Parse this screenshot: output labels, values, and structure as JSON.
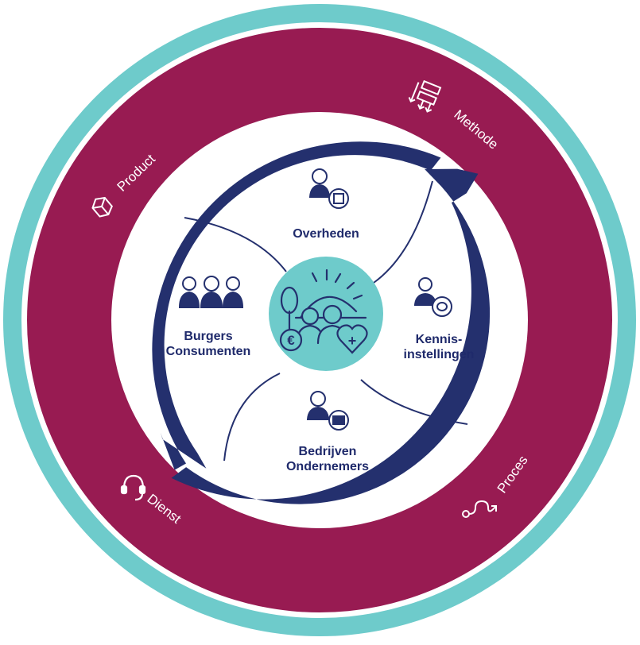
{
  "colors": {
    "outer_ring": "#6ecbcb",
    "middle_ring": "#981b52",
    "arrow": "#24306e",
    "center": "#6ecbcb",
    "text_dark": "#1f2a6b",
    "divider": "#24306e"
  },
  "ring_labels": {
    "product": "Product",
    "methode": "Methode",
    "proces": "Proces",
    "dienst": "Dienst"
  },
  "quadrants": {
    "overheden": {
      "line1": "Overheden",
      "icon": "person-with-building-icon"
    },
    "kennis": {
      "line1": "Kennis-",
      "line2": "instellingen",
      "icon": "person-with-brain-icon"
    },
    "bedrijven": {
      "line1": "Bedrijven",
      "line2": "Ondernemers",
      "icon": "person-with-briefcase-icon"
    },
    "burgers": {
      "line1": "Burgers",
      "line2": "Consumenten",
      "icon": "group-of-people-icon"
    }
  },
  "center": {
    "icon": "people-with-euro-and-health-icon"
  }
}
